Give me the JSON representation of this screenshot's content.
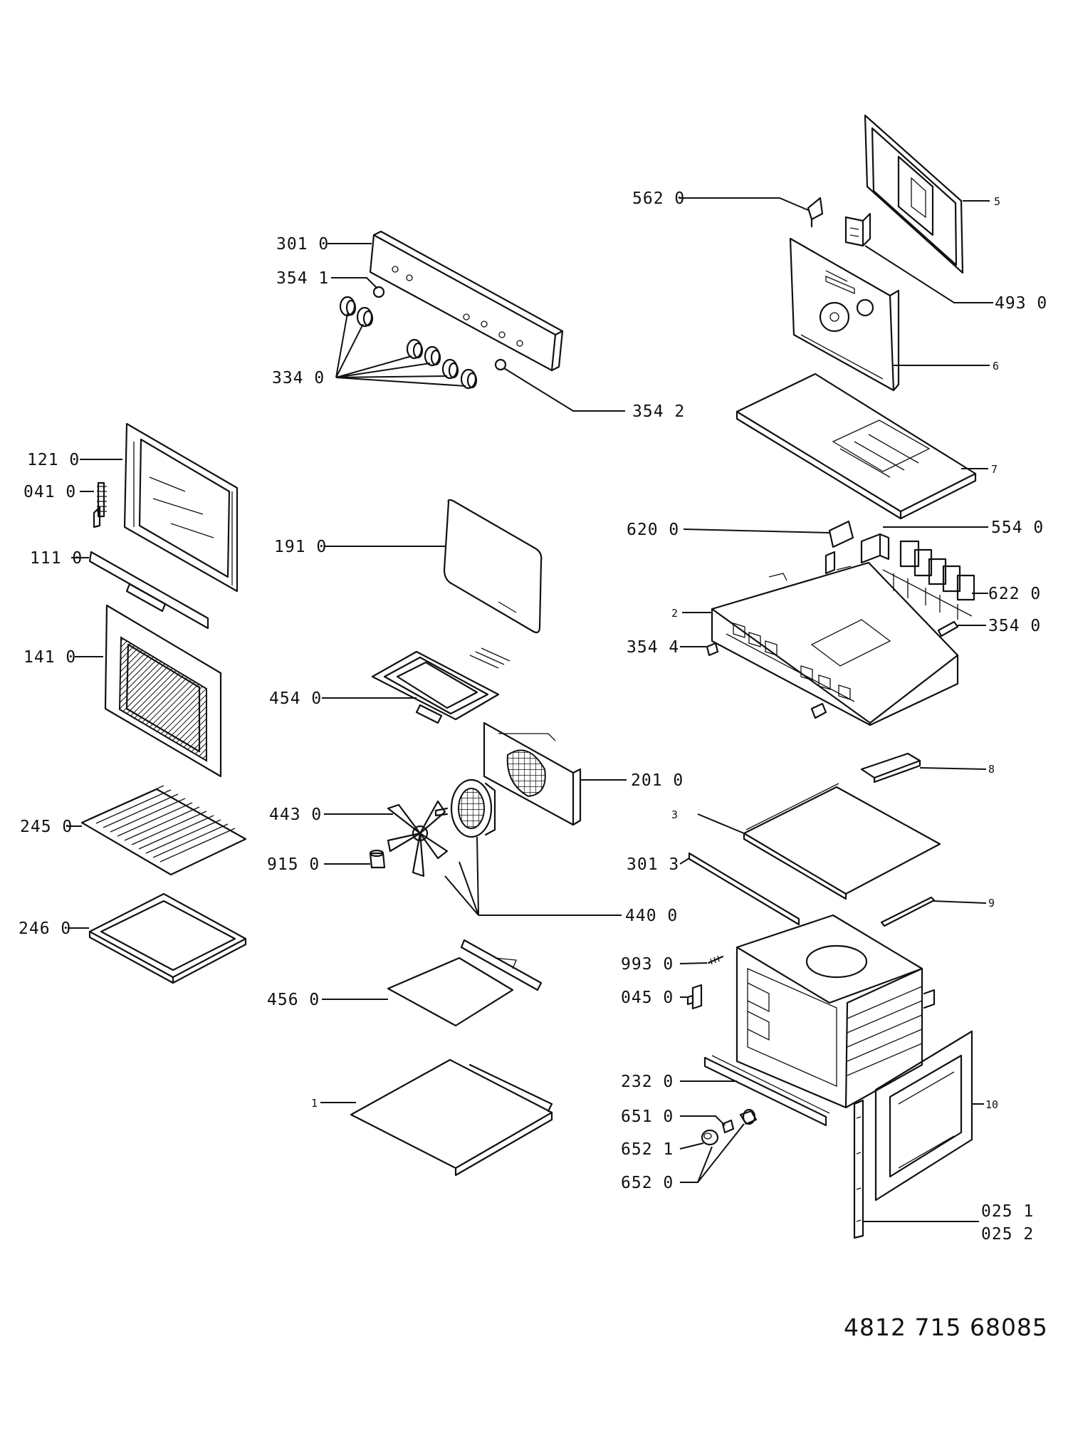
{
  "labels": {
    "l562_0": "562 0",
    "l493_0": "493 0",
    "l5": "5",
    "l6": "6",
    "l7": "7",
    "l301_0": "301 0",
    "l354_1": "354 1",
    "l334_0": "334 0",
    "l354_2": "354 2",
    "l121_0": "121 0",
    "l041_0": "041 0",
    "l111_0": "111 0",
    "l141_0": "141 0",
    "l245_0": "245 0",
    "l246_0": "246 0",
    "l191_0": "191 0",
    "l454_0": "454 0",
    "l201_0": "201 0",
    "l443_0": "443 0",
    "l915_0": "915 0",
    "l440_0": "440 0",
    "l456_0": "456 0",
    "l1": "1",
    "l620_0": "620 0",
    "l554_0": "554 0",
    "l622_0": "622 0",
    "l2": "2",
    "l354_4": "354 4",
    "l354_0": "354 0",
    "l8": "8",
    "l3": "3",
    "l301_3": "301 3",
    "l9": "9",
    "l993_0": "993 0",
    "l045_0": "045 0",
    "l232_0": "232 0",
    "l651_0": "651 0",
    "l652_1": "652 1",
    "l652_0": "652 0",
    "l10": "10",
    "l025_1": "025 1",
    "l025_2": "025 2"
  },
  "document_number": "4812 715 68085"
}
